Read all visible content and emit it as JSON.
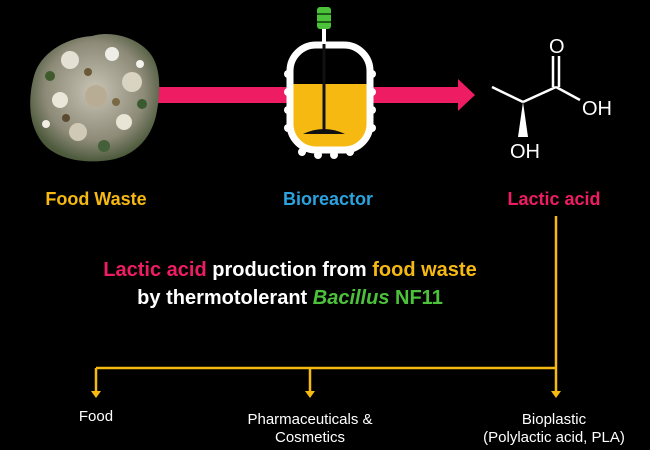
{
  "colors": {
    "background": "#000000",
    "yellow": "#f5b912",
    "pink": "#ee1c62",
    "blue": "#2aa3df",
    "green": "#4cc23a",
    "white": "#ffffff"
  },
  "stages": {
    "food_waste": {
      "label": "Food Waste",
      "icon": "food-waste-pile"
    },
    "bioreactor": {
      "label": "Bioreactor",
      "icon": "bioreactor-vessel"
    },
    "lactic_acid": {
      "label": "Lactic acid",
      "icon": "lactic-acid-structure"
    }
  },
  "chem": {
    "carbonyl_o": "O",
    "acid_oh": "OH",
    "hydroxyl_oh": "OH"
  },
  "headline": {
    "line1": {
      "part1": "Lactic acid",
      "part2": " production from ",
      "part3": "food waste"
    },
    "line2": {
      "part1": "by thermotolerant ",
      "part2": "Bacillus",
      "part3": " NF11"
    }
  },
  "applications": {
    "food": "Food",
    "pharma_line1": "Pharmaceuticals &",
    "pharma_line2": "Cosmetics",
    "bioplastic_line1": "Bioplastic",
    "bioplastic_line2": "(Polylactic acid, PLA)"
  }
}
